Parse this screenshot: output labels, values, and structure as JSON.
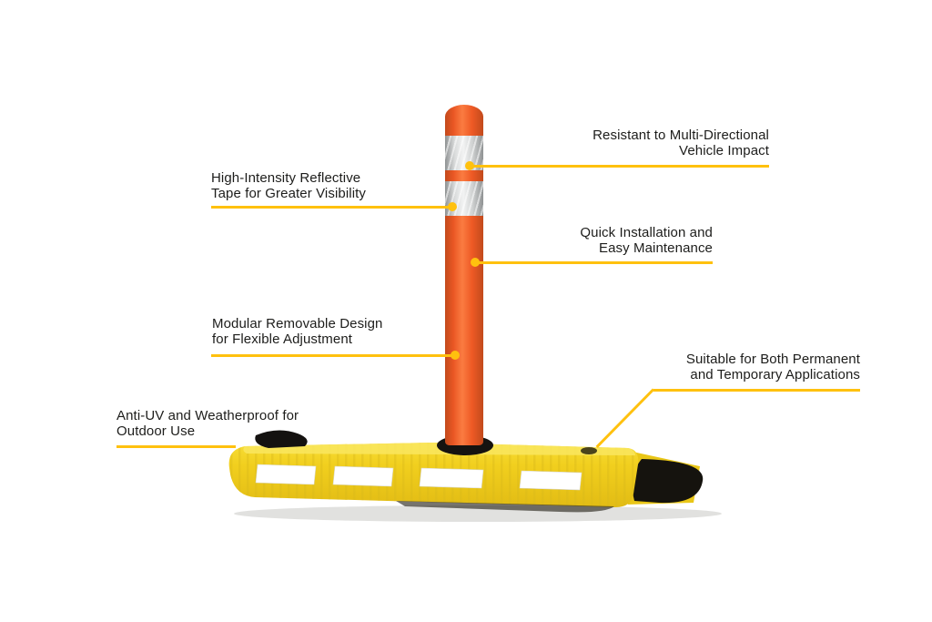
{
  "colors": {
    "accent": "#FFC10E",
    "post_orange": "#EF5A26",
    "base_yellow": "#F1CF1E",
    "reflective_tape": "#D9DBDB",
    "text": "#1D1D1B"
  },
  "callouts": {
    "impact": {
      "line1": "Resistant to Multi-Directional",
      "line2": "Vehicle Impact"
    },
    "tape": {
      "line1": "High-Intensity Reflective",
      "line2": "Tape for Greater Visibility"
    },
    "install": {
      "line1": "Quick Installation and",
      "line2": "Easy Maintenance"
    },
    "modular": {
      "line1": "Modular Removable Design",
      "line2": "for Flexible Adjustment"
    },
    "suitable": {
      "line1": "Suitable for Both Permanent",
      "line2": "and Temporary Applications"
    },
    "uv": {
      "line1": "Anti-UV and Weatherproof for",
      "line2": "Outdoor Use"
    }
  }
}
